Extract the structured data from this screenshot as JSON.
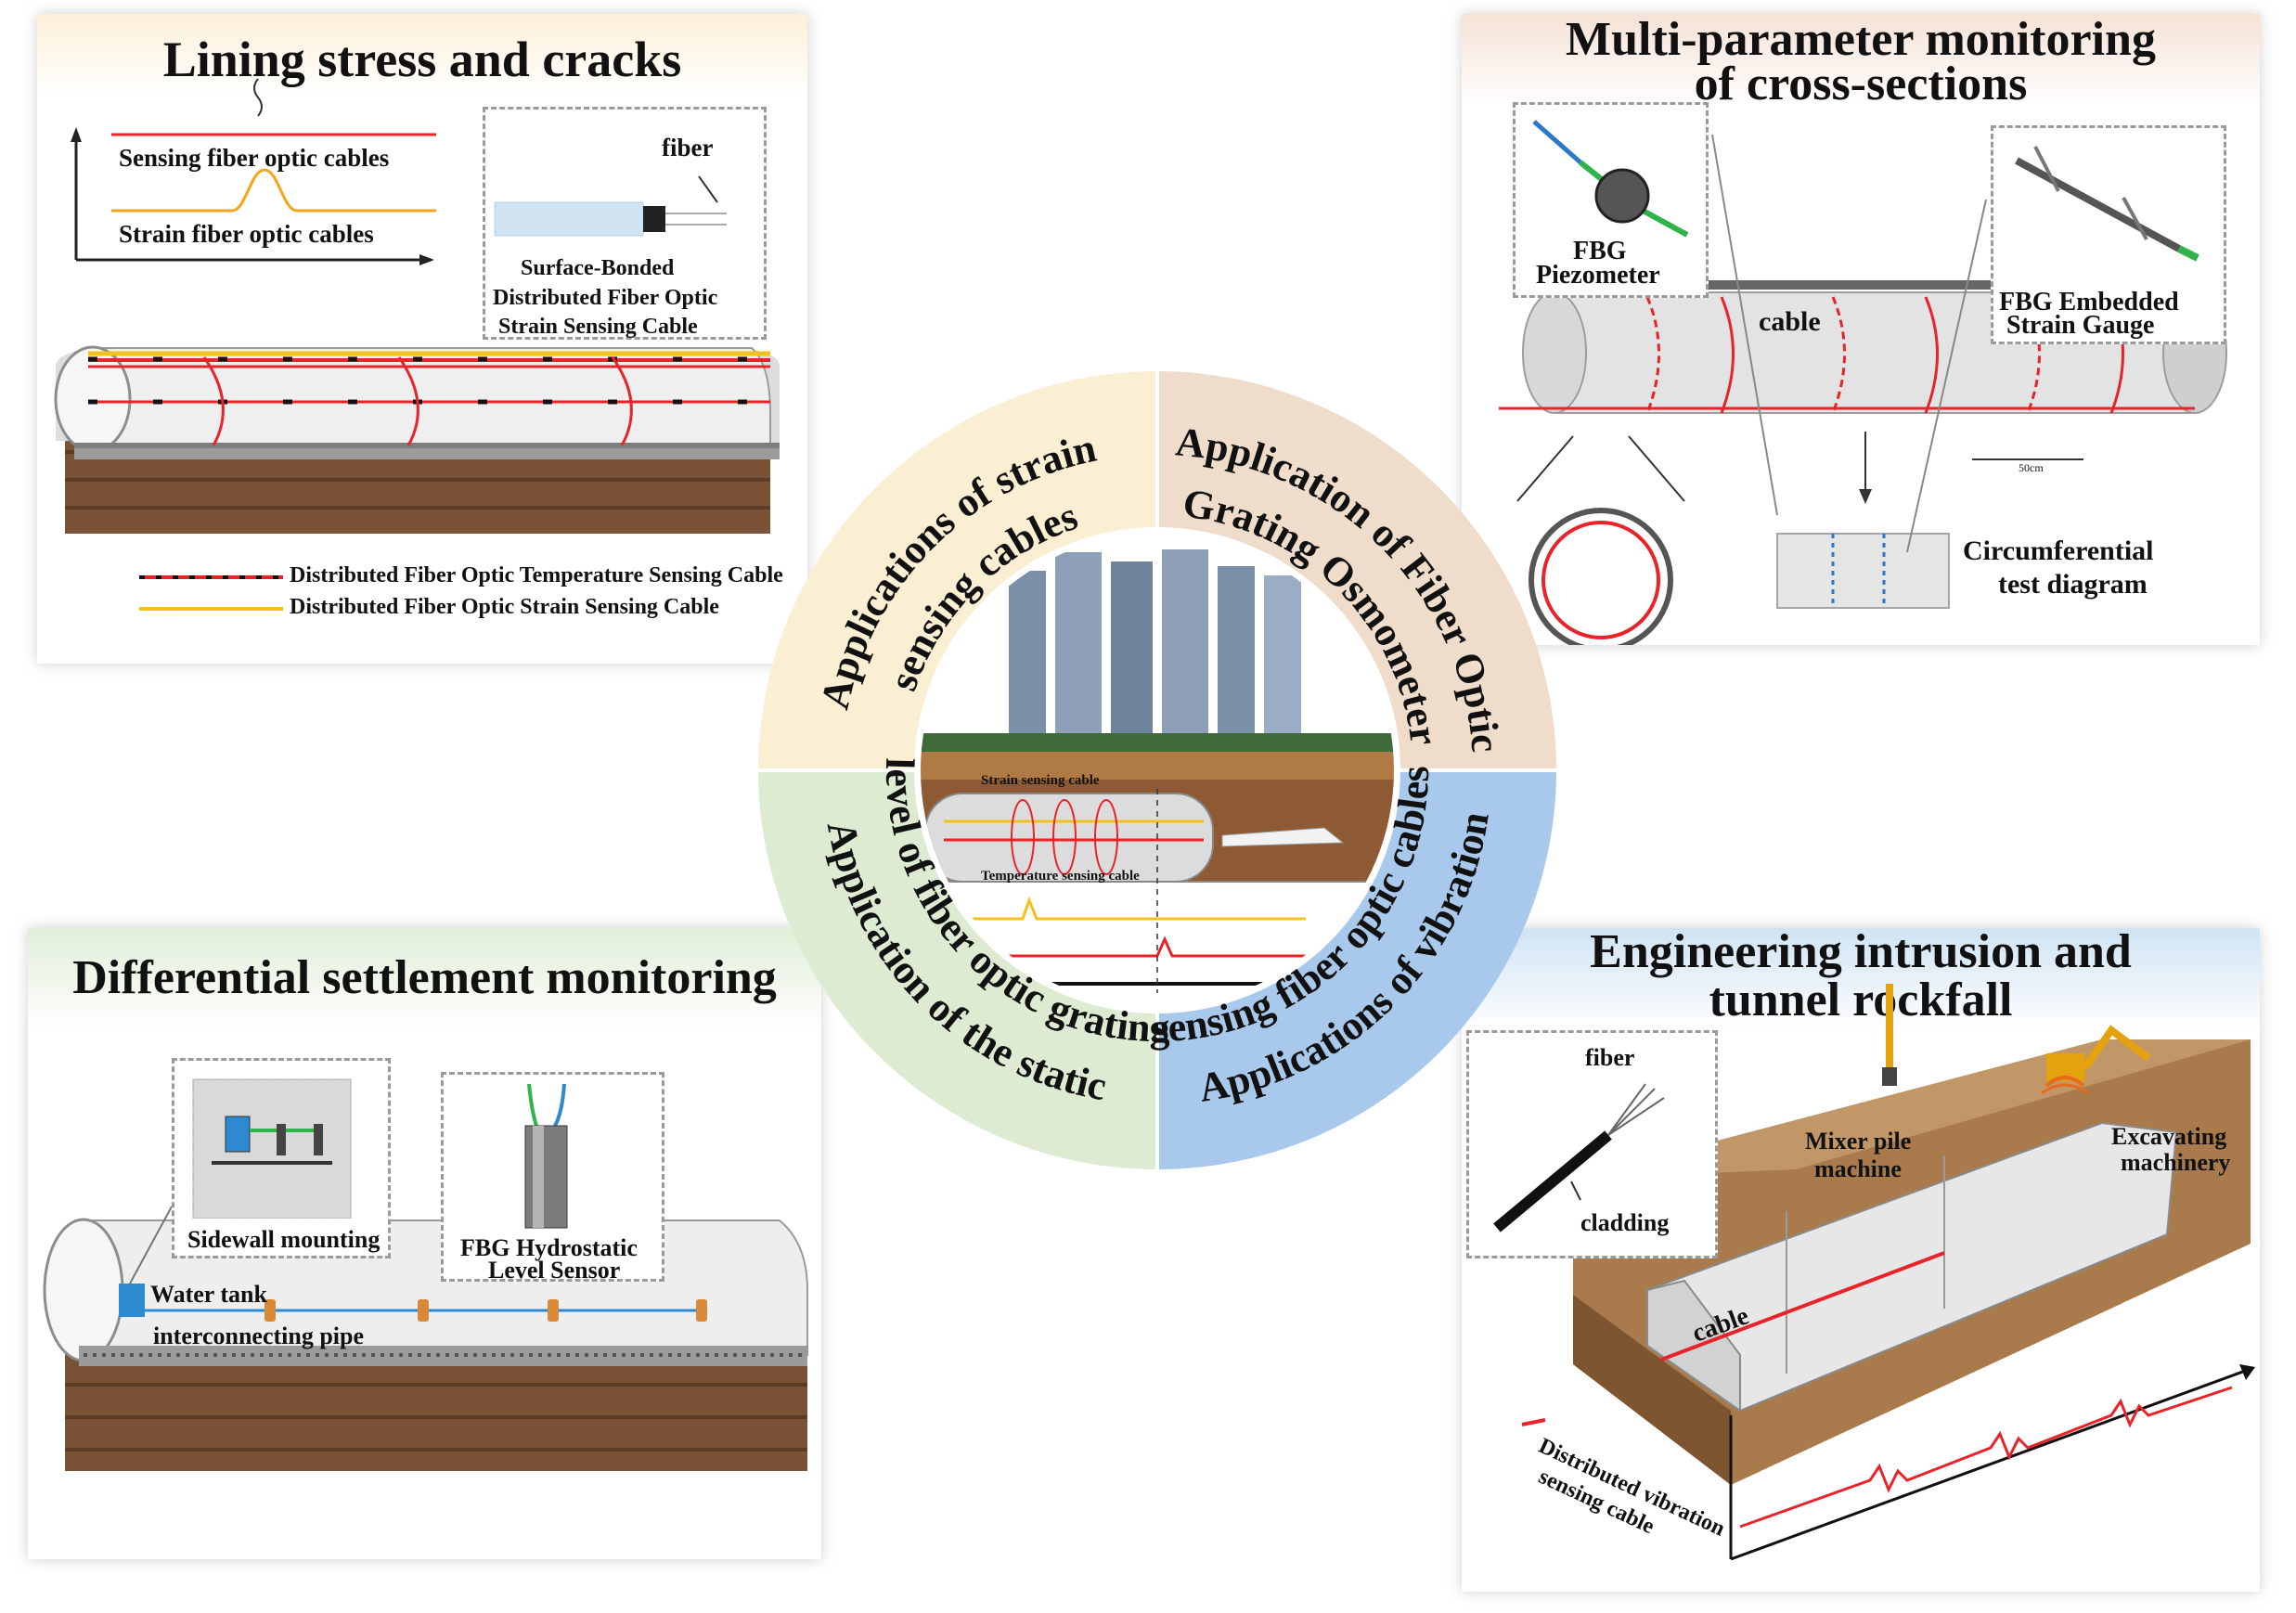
{
  "panels": {
    "lining": {
      "title": "Lining stress and cracks",
      "sensing_label": "Sensing fiber optic cables",
      "strain_label": "Strain fiber optic cables",
      "inset_fiber": "fiber",
      "inset_caption_1": "Surface-Bonded",
      "inset_caption_2": "Distributed Fiber Optic",
      "inset_caption_3": "Strain Sensing Cable",
      "legend_temp": "Distributed Fiber Optic Temperature Sensing Cable",
      "legend_strain": "Distributed Fiber Optic Strain Sensing Cable"
    },
    "multi": {
      "title_1": "Multi-parameter monitoring",
      "title_2": "of cross-sections",
      "fbg_piezometer_1": "FBG",
      "fbg_piezometer_2": "Piezometer",
      "cable": "cable",
      "fbg_gauge_1": "FBG Embedded",
      "fbg_gauge_2": "Strain Gauge",
      "circ_1": "Circumferential",
      "circ_2": "test diagram",
      "scale": "50cm"
    },
    "settlement": {
      "title": "Differential settlement monitoring",
      "sidewall": "Sidewall  mounting",
      "fbg_level_1": "FBG Hydrostatic",
      "fbg_level_2": "Level Sensor",
      "water_tank": "Water tank",
      "pipe": "interconnecting pipe"
    },
    "intrusion": {
      "title_1": "Engineering intrusion and",
      "title_2": "tunnel rockfall",
      "fiber": "fiber",
      "cladding": "cladding",
      "mixer_1": "Mixer pile",
      "mixer_2": "machine",
      "excav_1": "Excavating",
      "excav_2": "machinery",
      "cable": "cable",
      "dvs_1": "Distributed vibration",
      "dvs_2": "sensing cable"
    }
  },
  "ring": {
    "top_left": "Applications of strain",
    "top_left_2": "sensing cables",
    "top_right": "Application of Fiber Optic",
    "top_right_2": "Grating Osmometer",
    "bottom_right": "Applications of vibration",
    "bottom_right_2": "sensing fiber optic cables",
    "bottom_left": "Application of the static",
    "bottom_left_2": "level of fiber optic grating",
    "center_strain": "Strain sensing cable",
    "center_temp": "Temperature sensing cable"
  },
  "colors": {
    "tl_quadrant": "#fbefd3",
    "tr_quadrant": "#f0dccb",
    "br_quadrant": "#a9c9ec",
    "bl_quadrant": "#dcebd2",
    "red_cable": "#e8232a",
    "yellow_cable": "#f2c21b",
    "soil": "#8a5b36"
  }
}
